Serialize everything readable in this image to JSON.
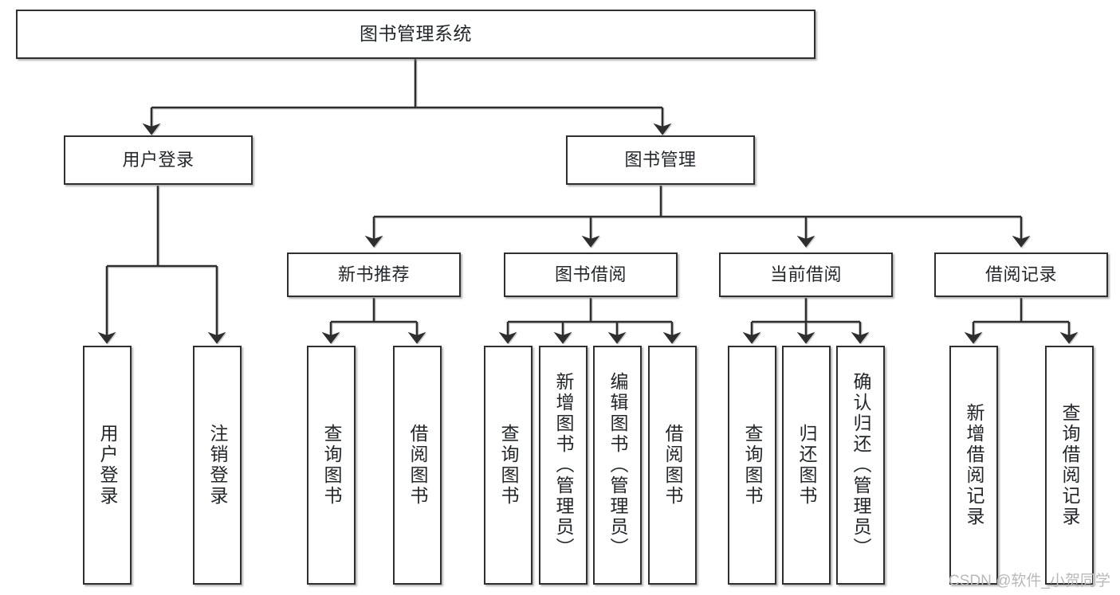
{
  "diagram": {
    "title": "图书管理系统",
    "type": "tree",
    "colors": {
      "stroke": "#2f2f2f",
      "box_fill": "#ffffff",
      "text": "#23272b",
      "shadow": "#787878",
      "watermark": "#b9b9b9",
      "background": "#ffffff"
    },
    "watermark": "CSDN @软件_小贺同学",
    "nodes": {
      "root": {
        "label": "图书管理系统",
        "level": 0
      },
      "user_login": {
        "label": "用户登录",
        "level": 1
      },
      "book_manage": {
        "label": "图书管理",
        "level": 1
      },
      "new_book_rec": {
        "label": "新书推荐",
        "level": 2
      },
      "book_borrow": {
        "label": "图书借阅",
        "level": 2
      },
      "current_borrow": {
        "label": "当前借阅",
        "level": 2
      },
      "borrow_record": {
        "label": "借阅记录",
        "level": 2
      },
      "leaf_user_login": {
        "label": "用户登录",
        "level": 3
      },
      "leaf_logout": {
        "label": "注销登录",
        "level": 3
      },
      "leaf_query_book_1": {
        "label": "查询图书",
        "level": 3
      },
      "leaf_borrow_book_1": {
        "label": "借阅图书",
        "level": 3
      },
      "leaf_query_book_2": {
        "label": "查询图书",
        "level": 3
      },
      "leaf_add_book": {
        "label": "新增图书（管理员）",
        "level": 3
      },
      "leaf_edit_book": {
        "label": "编辑图书（管理员）",
        "level": 3
      },
      "leaf_borrow_book_2": {
        "label": "借阅图书",
        "level": 3
      },
      "leaf_query_book_3": {
        "label": "查询图书",
        "level": 3
      },
      "leaf_return_book": {
        "label": "归还图书",
        "level": 3
      },
      "leaf_confirm_return": {
        "label": "确认归还（管理员）",
        "level": 3
      },
      "leaf_add_record": {
        "label": "新增借阅记录",
        "level": 3
      },
      "leaf_query_record": {
        "label": "查询借阅记录",
        "level": 3
      }
    },
    "edges": [
      {
        "from": "root",
        "to": "user_login"
      },
      {
        "from": "root",
        "to": "book_manage"
      },
      {
        "from": "user_login",
        "to": "leaf_user_login"
      },
      {
        "from": "user_login",
        "to": "leaf_logout"
      },
      {
        "from": "book_manage",
        "to": "new_book_rec"
      },
      {
        "from": "book_manage",
        "to": "book_borrow"
      },
      {
        "from": "book_manage",
        "to": "current_borrow"
      },
      {
        "from": "book_manage",
        "to": "borrow_record"
      },
      {
        "from": "new_book_rec",
        "to": "leaf_query_book_1"
      },
      {
        "from": "new_book_rec",
        "to": "leaf_borrow_book_1"
      },
      {
        "from": "book_borrow",
        "to": "leaf_query_book_2"
      },
      {
        "from": "book_borrow",
        "to": "leaf_add_book"
      },
      {
        "from": "book_borrow",
        "to": "leaf_edit_book"
      },
      {
        "from": "book_borrow",
        "to": "leaf_borrow_book_2"
      },
      {
        "from": "current_borrow",
        "to": "leaf_query_book_3"
      },
      {
        "from": "current_borrow",
        "to": "leaf_return_book"
      },
      {
        "from": "current_borrow",
        "to": "leaf_confirm_return"
      },
      {
        "from": "borrow_record",
        "to": "leaf_add_record"
      },
      {
        "from": "borrow_record",
        "to": "leaf_query_record"
      }
    ]
  }
}
